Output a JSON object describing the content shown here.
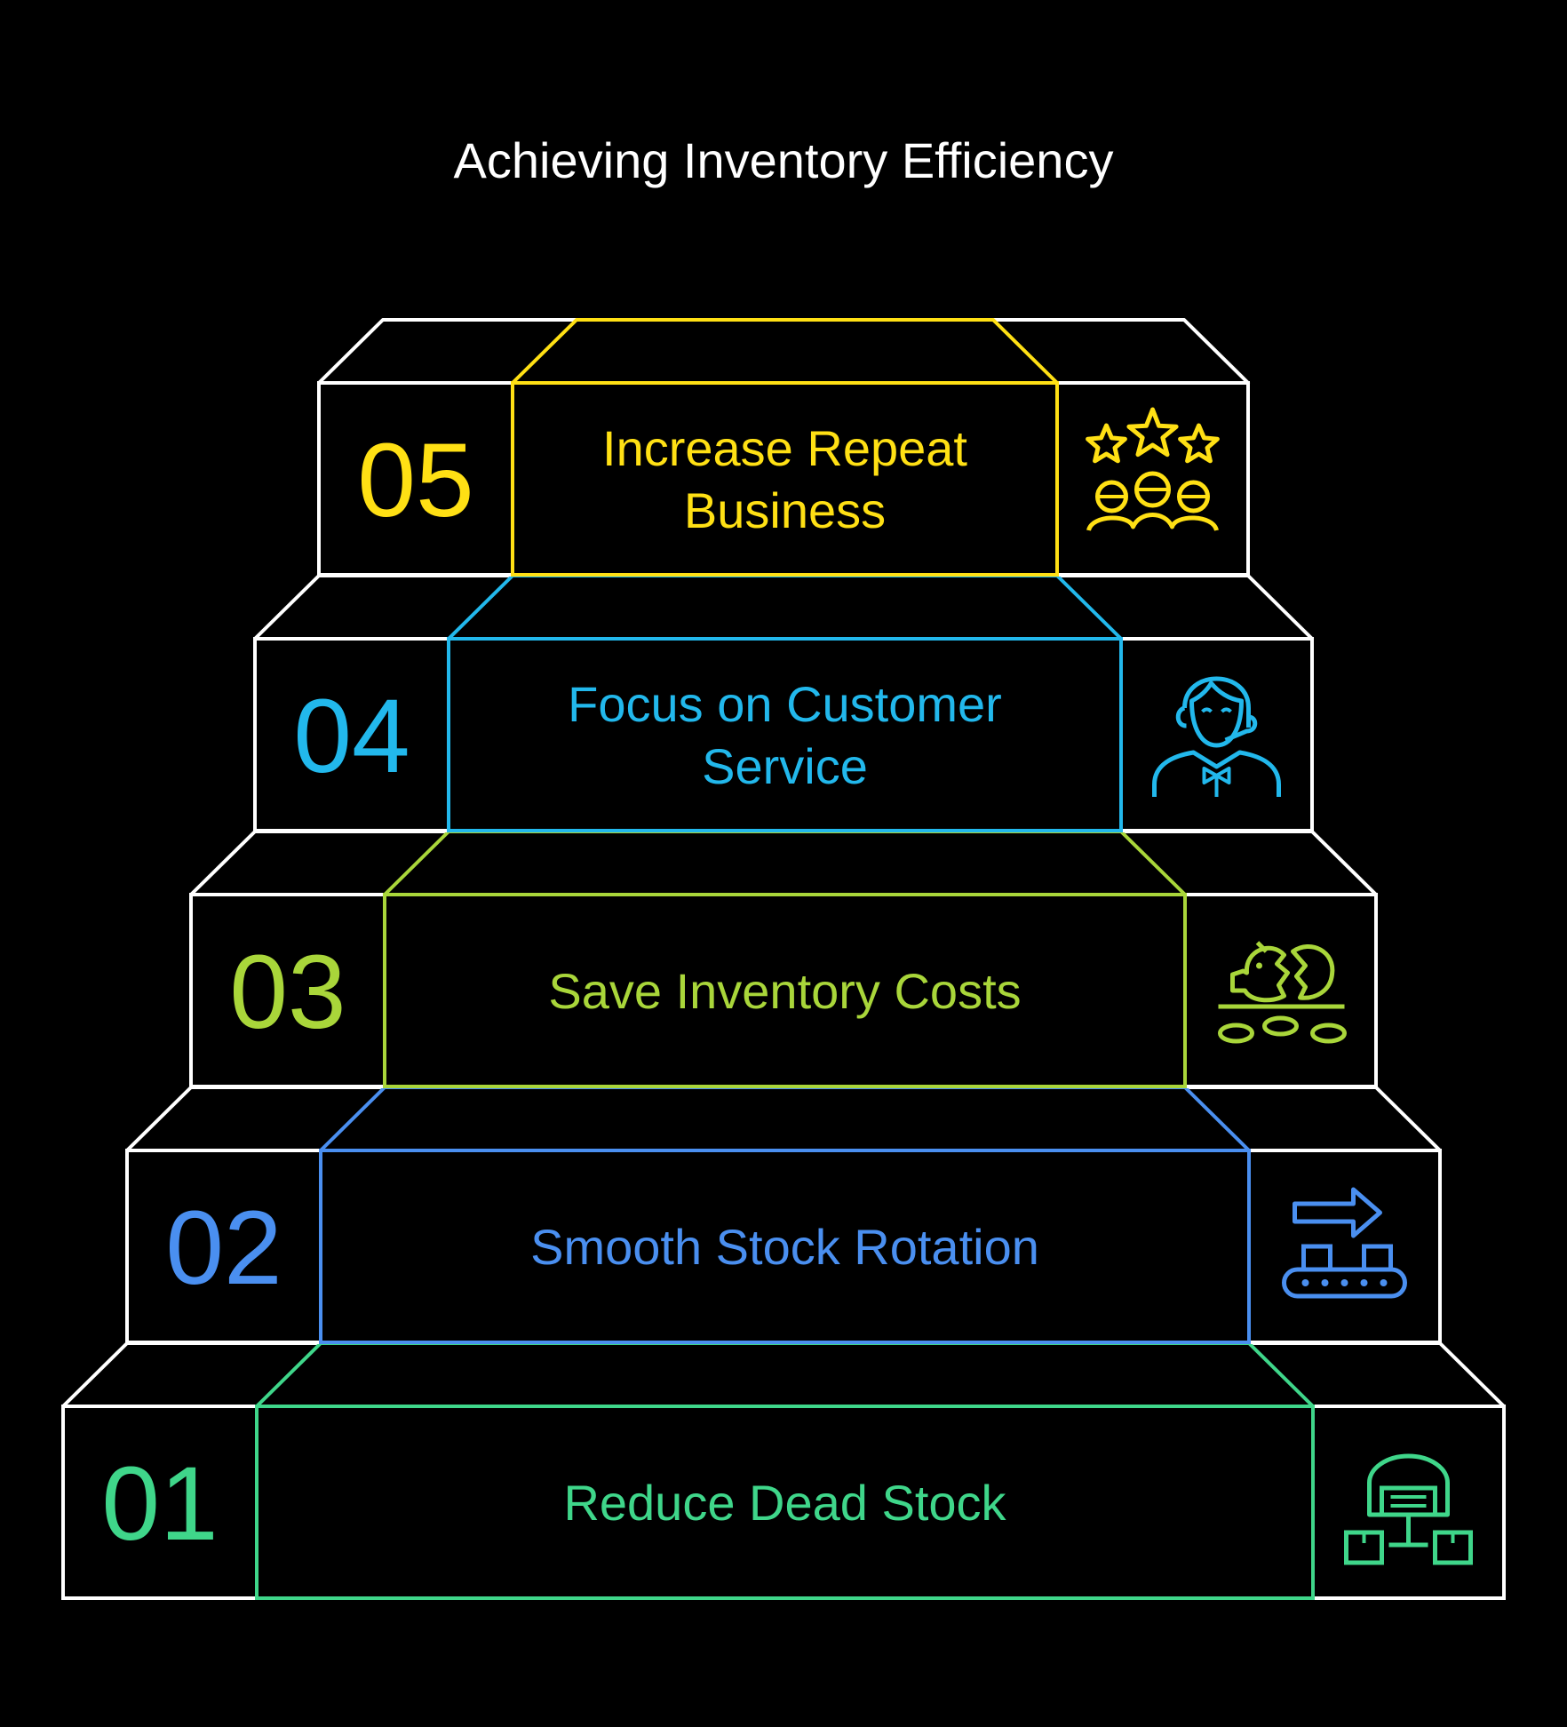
{
  "title": "Achieving Inventory Efficiency",
  "steps": [
    {
      "number": "01",
      "label_lines": [
        "Reduce Dead Stock"
      ],
      "color": "#3fd68a",
      "icon": "warehouse-distribution-icon"
    },
    {
      "number": "02",
      "label_lines": [
        "Smooth Stock Rotation"
      ],
      "color": "#4a8ff0",
      "icon": "conveyor-belt-icon"
    },
    {
      "number": "03",
      "label_lines": [
        "Save Inventory Costs"
      ],
      "color": "#a9d63a",
      "icon": "broken-piggy-bank-icon"
    },
    {
      "number": "04",
      "label_lines": [
        "Focus on Customer",
        "Service"
      ],
      "color": "#22b8ec",
      "icon": "customer-service-agent-icon"
    },
    {
      "number": "05",
      "label_lines": [
        "Increase Repeat",
        "Business"
      ],
      "color": "#ffe014",
      "icon": "customer-rating-stars-icon"
    }
  ],
  "outline_color": "#ffffff",
  "background_color": "#000000"
}
